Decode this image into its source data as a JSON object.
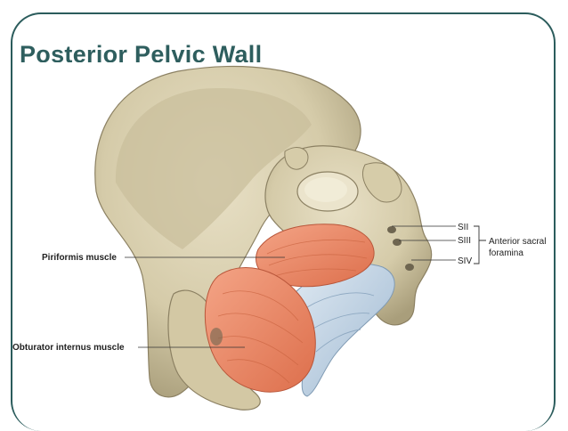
{
  "slide": {
    "title": "Posterior Pelvic Wall"
  },
  "labels": {
    "piriformis": "Piriformis muscle",
    "obturator": "Obturator internus muscle",
    "s2": "SII",
    "s3": "SIII",
    "s4": "SIV",
    "foramina_line1": "Anterior sacral",
    "foramina_line2": "foramina"
  },
  "colors": {
    "title": "#2e5e5e",
    "frame": "#2b5c5c",
    "bone": "#d8cfb0",
    "muscle": "#ea8a66",
    "ligament": "#b9cde0"
  }
}
